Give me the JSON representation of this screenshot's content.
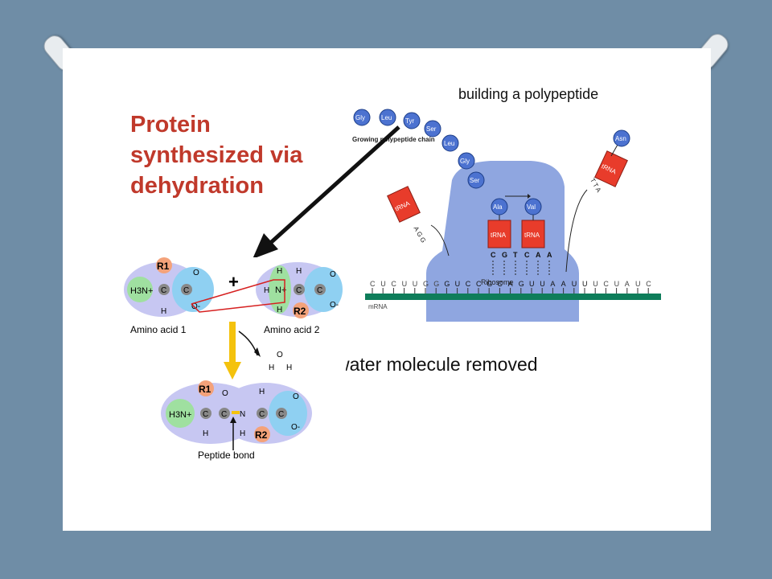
{
  "slide": {
    "title": "Protein synthesized via dehydration",
    "caption_top": "building a polypeptide",
    "caption_bottom": "water molecule removed"
  },
  "ribosome_figure": {
    "chain_label": "Growing polypeptide chain",
    "chain_residues": [
      "Gly",
      "Leu",
      "Tyr",
      "Ser",
      "Leu",
      "Gly",
      "Ser"
    ],
    "site_residues": [
      "Ala",
      "Val"
    ],
    "trna_label": "tRNA",
    "left_anticodon": "AGG",
    "right_anticodon": "TTA",
    "free_residue": "Asn",
    "codon_letters": [
      "C",
      "G",
      "T",
      "C",
      "A",
      "A"
    ],
    "mrna_sequence": [
      "C",
      "U",
      "C",
      "U",
      "U",
      "G",
      "G",
      "G",
      "U",
      "C",
      "C",
      "G",
      "C",
      "A",
      "G",
      "U",
      "U",
      "A",
      "A",
      "U",
      "U",
      "U",
      "C",
      "U",
      "A",
      "U",
      "C"
    ],
    "mrna_label": "mRNA",
    "ribosome_label": "Ribosome"
  },
  "reaction_figure": {
    "amino_acid_1_label": "Amino acid 1",
    "amino_acid_2_label": "Amino acid 2",
    "peptide_bond_label": "Peptide bond",
    "plus": "+",
    "amine": "H3N+",
    "r1": "R1",
    "r2": "R2",
    "carbon": "C",
    "nitrogen": "N",
    "hydrogen": "H",
    "oxygen": "O",
    "oxide": "O-",
    "n_plus": "N+"
  },
  "colors": {
    "background": "#6f8da6",
    "title": "#c0392b",
    "amino_lobe": "#c7c7f2",
    "amine_group": "#9fe0a0",
    "carboxyl_group": "#8fd0f2",
    "r_group": "#f4a27a",
    "arrow": "#111111",
    "yellow_arrow": "#f4c20d",
    "ribosome": "#8fa6e0",
    "residue": "#4c72d0",
    "trna": "#e83c2b",
    "mrna_strand": "#0e7d5a"
  }
}
